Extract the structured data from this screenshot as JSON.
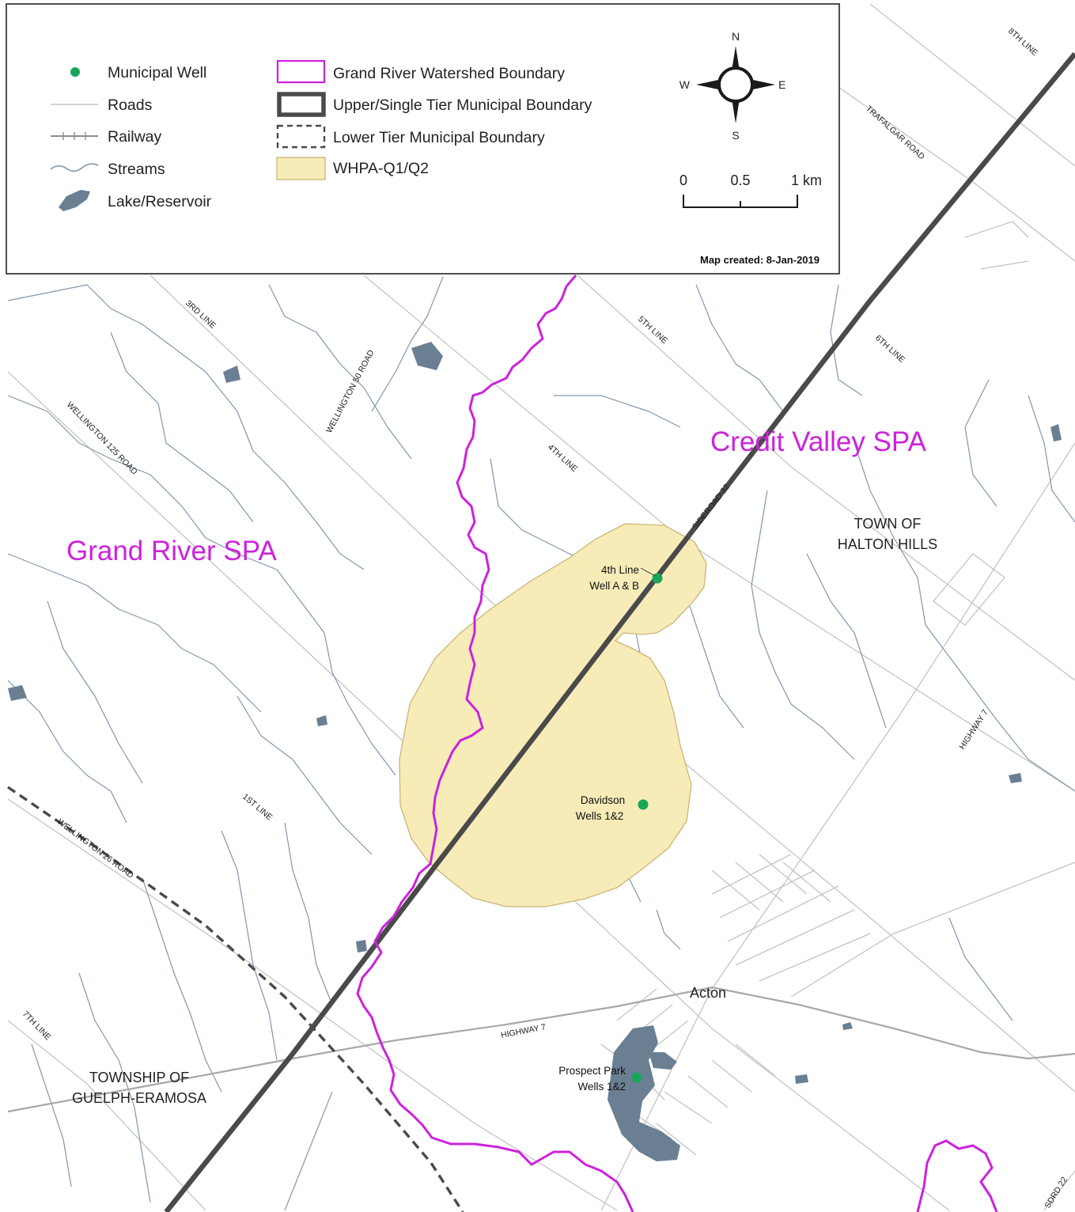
{
  "legend": {
    "items_left": [
      {
        "icon": "municipal-well-icon",
        "label": "Municipal Well"
      },
      {
        "icon": "road-icon",
        "label": "Roads"
      },
      {
        "icon": "railway-icon",
        "label": "Railway"
      },
      {
        "icon": "stream-icon",
        "label": "Streams"
      },
      {
        "icon": "lake-icon",
        "label": "Lake/Reservoir"
      }
    ],
    "items_right": [
      {
        "icon": "watershed-boundary-icon",
        "label": "Grand River Watershed Boundary"
      },
      {
        "icon": "upper-tier-boundary-icon",
        "label": "Upper/Single Tier Municipal Boundary"
      },
      {
        "icon": "lower-tier-boundary-icon",
        "label": "Lower Tier Municipal Boundary"
      },
      {
        "icon": "whpa-icon",
        "label": "WHPA-Q1/Q2"
      }
    ],
    "compass": {
      "n": "N",
      "s": "S",
      "e": "E",
      "w": "W"
    },
    "scale": {
      "t0": "0",
      "t1": "0.5",
      "t2": "1 km"
    },
    "map_created": "Map created: 8-Jan-2019"
  },
  "regions": {
    "credit_valley": "Credit Valley SPA",
    "grand_river": "Grand River SPA",
    "halton_1": "TOWN OF",
    "halton_2": "HALTON HILLS",
    "guelph_1": "TOWNSHIP OF",
    "guelph_2": "GUELPH-ERAMOSA",
    "acton": "Acton"
  },
  "roads": {
    "r8th": "8TH LINE",
    "trafalgar": "TRAFALGAR ROAD",
    "r3rd": "3RD LINE",
    "w50": "WELLINGTON 50 ROAD",
    "r5th": "5TH LINE",
    "r6th": "6TH LINE",
    "w125": "WELLINGTON 125 ROAD",
    "r4th": "4TH LINE",
    "sr32": "SIDEROAD 32",
    "hwy7e": "HIGHWAY 7",
    "r1st": "1ST LINE",
    "w26": "WELLINGTON 26 ROAD",
    "hwy7w": "HIGHWAY 7",
    "r7th": "7TH LINE",
    "sdrd22": "SDRD 22"
  },
  "wells": [
    {
      "line1": "4th Line",
      "line2": "Well A & B"
    },
    {
      "line1": "Davidson",
      "line2": "Wells 1&2"
    },
    {
      "line1": "Prospect Park",
      "line2": "Wells 1&2"
    }
  ],
  "colors": {
    "watershed": "#cc22dd",
    "whpa_fill": "#f7ecb8",
    "whpa_stroke": "#c9b576",
    "tier_boundary": "#4a4a4a",
    "well": "#1aa65a",
    "lake": "#6b7f93",
    "stream": "#8297ad"
  }
}
